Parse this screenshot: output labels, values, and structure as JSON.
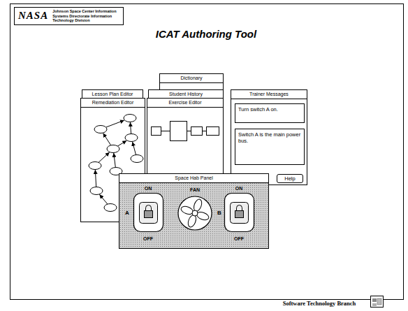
{
  "diagram": {
    "title": "ICAT Authoring Tool",
    "nodes": [
      {
        "text": [
          "NASA",
          "Johnson Space Center Information Systems Directorate Information Technology Division"
        ]
      },
      {
        "text": [
          "Dictionary"
        ]
      },
      {
        "text": [
          "Lesson Plan Editor"
        ]
      },
      {
        "text": [
          "Remediation Editor"
        ]
      },
      {
        "text": [
          "Student History"
        ]
      },
      {
        "text": [
          "Exercise Editor"
        ]
      },
      {
        "text": [
          "Trainer Messages"
        ]
      },
      {
        "text": [
          "Turn switch A on."
        ],
        "in": 6
      },
      {
        "text": [
          "Switch A is the main power bus."
        ],
        "in": 6
      },
      {
        "text": [
          "Help"
        ],
        "in": 6
      },
      {
        "text": [
          "Space Hab Panel"
        ]
      }
    ],
    "labels": [
      "ON",
      "A",
      "OFF",
      "FAN",
      "ON",
      "B",
      "OFF",
      "Software Technology Branch"
    ]
  }
}
